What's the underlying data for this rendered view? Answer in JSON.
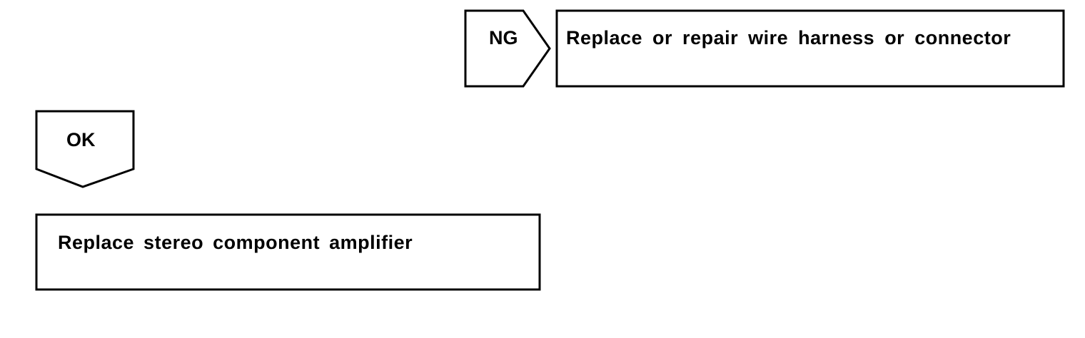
{
  "flowchart": {
    "ng_branch": {
      "tag": "NG",
      "action": "Replace or repair wire harness or connector"
    },
    "ok_branch": {
      "tag": "OK",
      "action": "Replace stereo component amplifier"
    }
  },
  "colors": {
    "line": "#000000",
    "background": "#ffffff"
  }
}
